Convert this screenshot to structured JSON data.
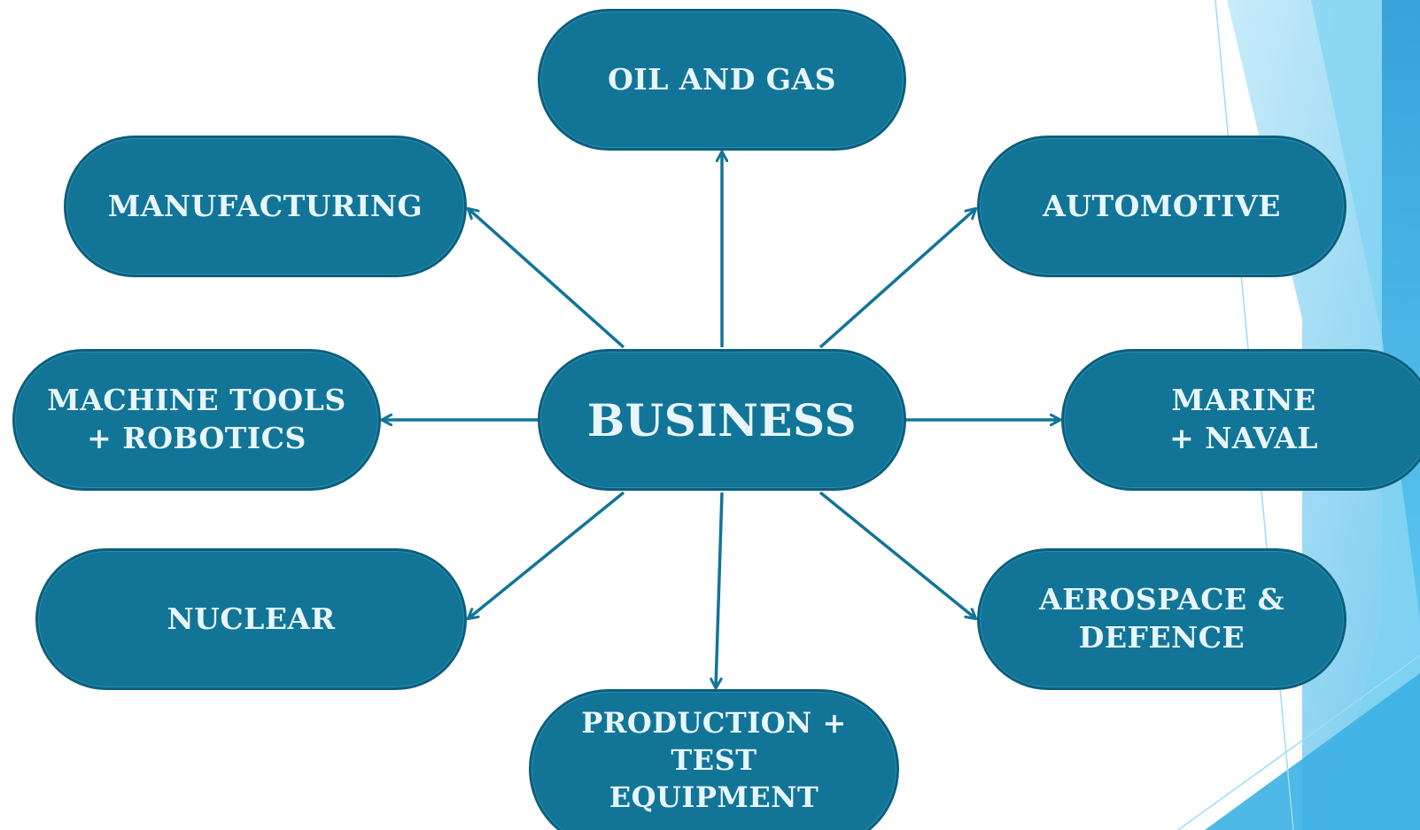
{
  "colors": {
    "node_fill": "#127598",
    "node_border": "#0c5f7c",
    "node_text": "#e8f6fb",
    "arrow": "#127598",
    "accent_light": "#7dd3f2",
    "accent_mid": "#3bb0e3",
    "accent_dark": "#1c6f9c",
    "background": "#ffffff"
  },
  "diagram": {
    "center": {
      "label": "BUSINESS"
    },
    "nodes": {
      "oil_and_gas": {
        "label": "OIL AND GAS"
      },
      "manufacturing": {
        "label": "MANUFACTURING"
      },
      "automotive": {
        "label": "AUTOMOTIVE"
      },
      "machine_tools": {
        "label": "MACHINE TOOLS\n+ ROBOTICS"
      },
      "marine": {
        "label": "MARINE\n+ NAVAL"
      },
      "nuclear": {
        "label": "NUCLEAR"
      },
      "aerospace": {
        "label": "AEROSPACE &\nDEFENCE"
      },
      "production": {
        "label": "PRODUCTION +\nTEST\nEQUIPMENT"
      }
    }
  }
}
